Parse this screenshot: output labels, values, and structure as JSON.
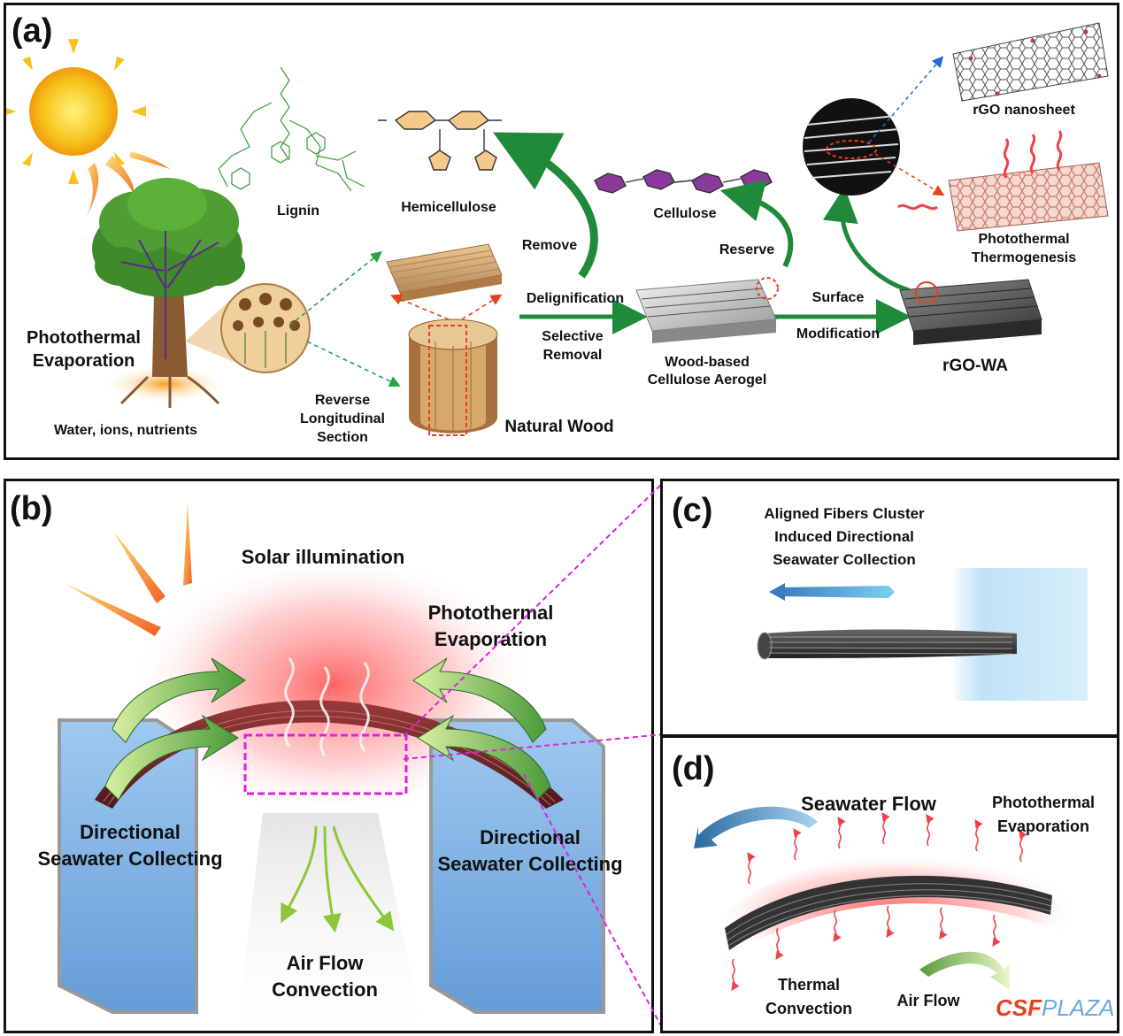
{
  "panel_a": {
    "label": "(a)",
    "tree_label": "Photothermal\nEvaporation",
    "roots_label": "Water, ions, nutrients",
    "lignin": "Lignin",
    "hemicellulose": "Hemicellulose",
    "cellulose": "Cellulose",
    "remove": "Remove",
    "reserve": "Reserve",
    "reverse_section": "Reverse\nLongitudinal\nSection",
    "natural_wood": "Natural Wood",
    "delignification": "Delignification",
    "selective_removal": "Selective\nRemoval",
    "aerogel": "Wood-based\nCellulose Aerogel",
    "surface": "Surface",
    "modification": "Modification",
    "rgo_wa": "rGO-WA",
    "rgo_nanosheet": "rGO nanosheet",
    "thermogenesis": "Photothermal\nThermogenesis"
  },
  "panel_b": {
    "label": "(b)",
    "solar": "Solar illumination",
    "evaporation": "Photothermal\nEvaporation",
    "collect_left": "Directional\nSeawater Collecting",
    "collect_right": "Directional\nSeawater Collecting",
    "airflow": "Air Flow\nConvection"
  },
  "panel_c": {
    "label": "(c)",
    "caption": "Aligned Fibers Cluster\nInduced Directional\nSeawater Collection"
  },
  "panel_d": {
    "label": "(d)",
    "seawater_flow": "Seawater Flow",
    "evaporation": "Photothermal\nEvaporation",
    "thermal": "Thermal\nConvection",
    "airflow": "Air Flow"
  },
  "watermark": {
    "text_a": "CSF",
    "text_b": "PLAZA"
  },
  "colors": {
    "green_arrow": "#1f8a3a",
    "red_dashed": "#e8401c",
    "magenta": "#e020e0",
    "heat": "#f0404a",
    "water": "#6aa8e0",
    "sun": "#f7c21a"
  }
}
